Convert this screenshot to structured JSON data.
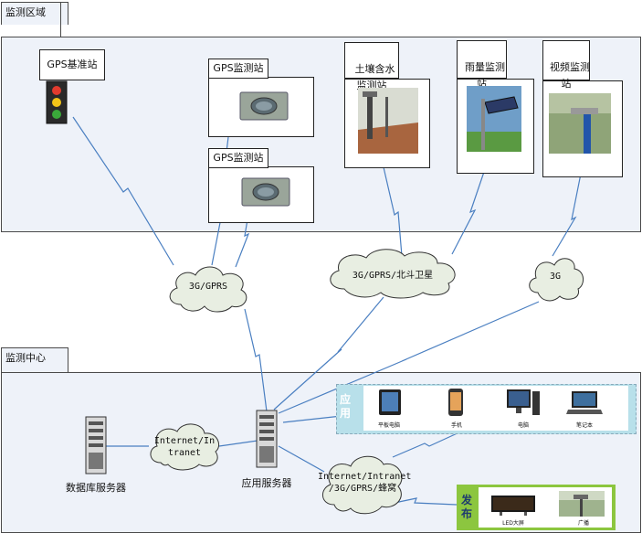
{
  "regions": {
    "monitor_area": "监测区域",
    "monitor_center": "监测中心"
  },
  "stations": {
    "gps_base": "GPS基准站",
    "gps_monitor_1": "GPS监测站",
    "gps_monitor_2": "GPS监测站",
    "soil": "土壤含水\n监测站",
    "rain": "雨量监测\n站",
    "video": "视频监测\n站"
  },
  "networks": {
    "left_cloud": "3G/GPRS",
    "mid_cloud": "3G/GPRS/北斗卫星",
    "right_cloud": "3G",
    "lan_cloud": "Internet/In\ntranet",
    "pub_cloud": "Internet/Intranet\n/3G/GPRS/蜂窝"
  },
  "servers": {
    "db": "数据库服务器",
    "app": "应用服务器"
  },
  "apps": {
    "label": "应\n用",
    "items": [
      "平板电脑",
      "手机",
      "电脑",
      "笔记本"
    ]
  },
  "publish": {
    "label": "发\n布",
    "items": [
      "LED大屏",
      "广播"
    ]
  },
  "colors": {
    "region_bg": "#eef2f9",
    "apps_bg": "#b8e0ea",
    "publish_bg": "#8cc63f",
    "link": "#4a7fc1",
    "cloud": "#e8eee2"
  }
}
